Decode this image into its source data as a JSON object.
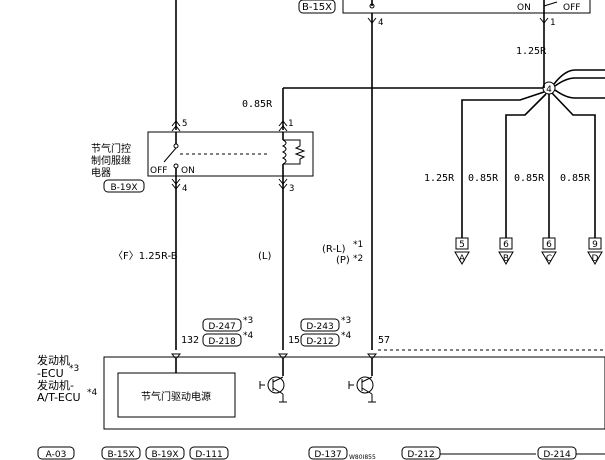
{
  "wire_labels": {
    "r125_top": "1.25R",
    "r085_left": "0.85R",
    "w1": "1.25R",
    "w2": "0.85R",
    "w3": "0.85R",
    "w4": "0.85R",
    "wire_f": "〈F〉1.25R-B",
    "wire_l": "(L)",
    "wire_rl": "(R-L)",
    "wire_rl_star": "*1",
    "wire_p": "(P)",
    "wire_p_star": "*2"
  },
  "connectors": {
    "b15x_top": "B-15X",
    "d247": "D-247",
    "d218": "D-218",
    "d243": "D-243",
    "d212": "D-212",
    "star3a": "*3",
    "star4a": "*4",
    "star3b": "*3",
    "star4b": "*4"
  },
  "pins": {
    "p5": "5",
    "p4": "4",
    "p1": "1",
    "p3": "3",
    "p4top": "4",
    "p1top": "1",
    "p132": "132",
    "p15": "15",
    "p57": "57",
    "t5": "5",
    "t6a": "6",
    "t6b": "6",
    "t9": "9"
  },
  "ground_letters": [
    "A",
    "B",
    "C",
    "D"
  ],
  "switch": {
    "on_label": "ON",
    "off_label": "OFF",
    "top_on": "ON",
    "top_off": "OFF"
  },
  "relay": {
    "name_line1": "节气门控",
    "name_line2": "制伺服继",
    "name_line3": "电器",
    "connector": "B-19X"
  },
  "junction": "4",
  "ecu": {
    "line1": "发动机",
    "line2": "-ECU",
    "line2_star": "*3",
    "line3": "发动机-",
    "line4": "A/T-ECU",
    "line4_star": "*4",
    "inner_box": "节气门驱动电源"
  },
  "bottom_refs": [
    "A-03",
    "B-15X",
    "B-19X",
    "D-111",
    "D-137",
    "D-212",
    "D-214"
  ],
  "figure_id": "W80I855"
}
